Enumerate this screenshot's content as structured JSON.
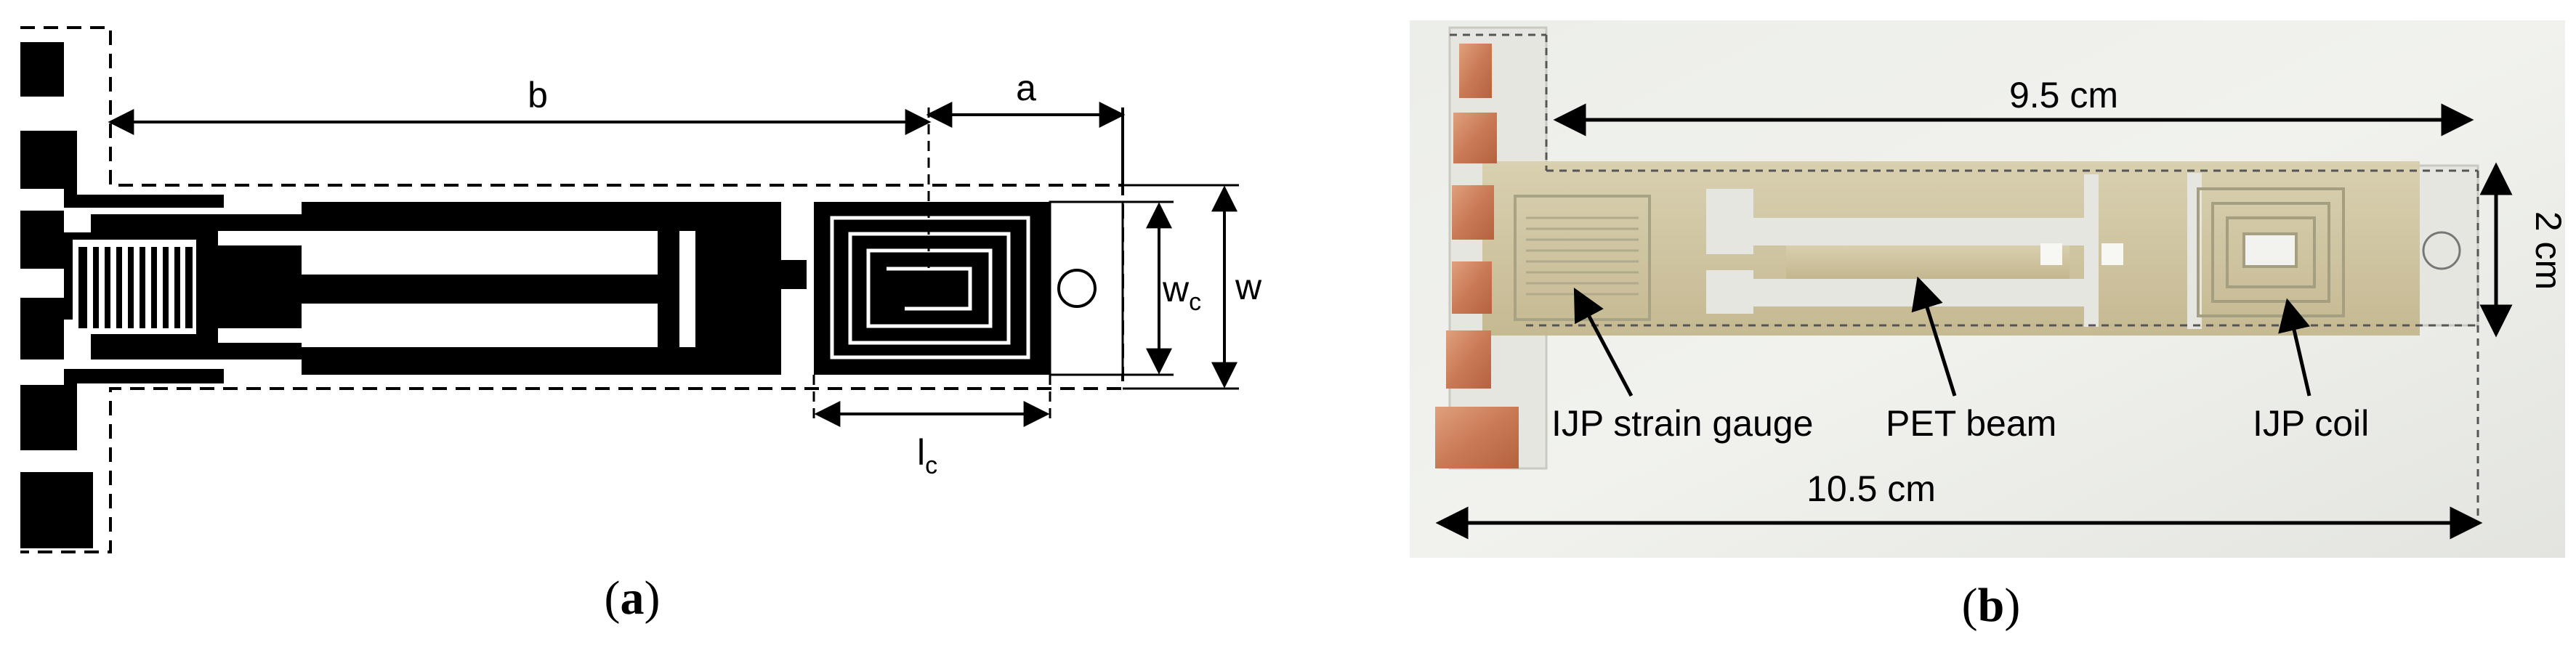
{
  "panel_a": {
    "dimensions": {
      "b": "b",
      "a": "a",
      "w_c_main": "w",
      "w_c_sub": "c",
      "w": "w",
      "l_c_main": "l",
      "l_c_sub": "c"
    },
    "caption_open": "(",
    "caption_letter": "a",
    "caption_close": ")"
  },
  "panel_b": {
    "labels": {
      "length_95": "9.5 cm",
      "width_2": "2 cm",
      "length_105": "10.5 cm",
      "strain_gauge": "IJP strain gauge",
      "pet_beam": "PET beam",
      "coil": "IJP coil"
    },
    "caption_open": "(",
    "caption_letter": "b",
    "caption_close": ")"
  }
}
